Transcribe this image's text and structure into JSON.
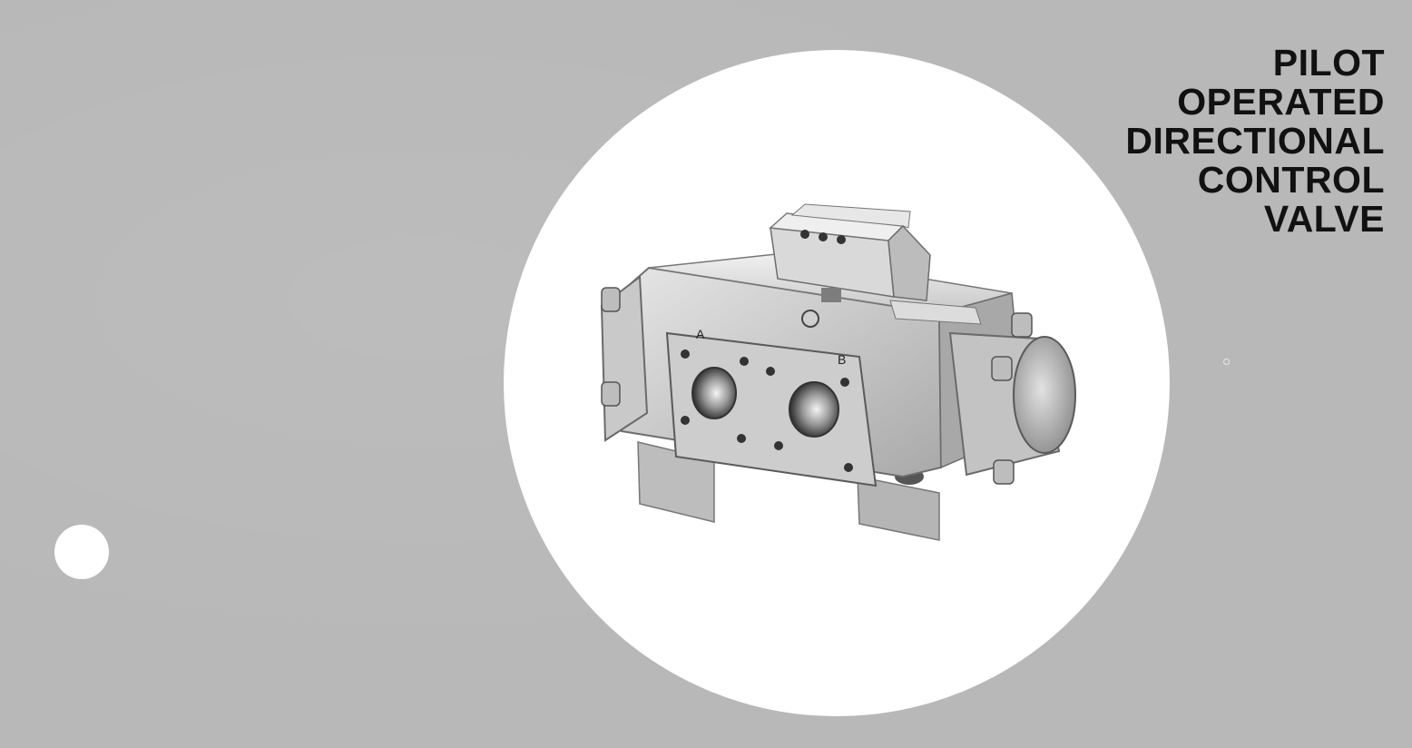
{
  "title": {
    "lines": [
      "PILOT",
      "OPERATED",
      "DIRECTIONAL",
      "CONTROL",
      "VALVE"
    ]
  },
  "photo": {
    "port_labels": {
      "a": "A",
      "b": "B"
    }
  },
  "colors": {
    "background": "#b8b8b8",
    "circle": "#ffffff",
    "title_text": "#111111"
  }
}
